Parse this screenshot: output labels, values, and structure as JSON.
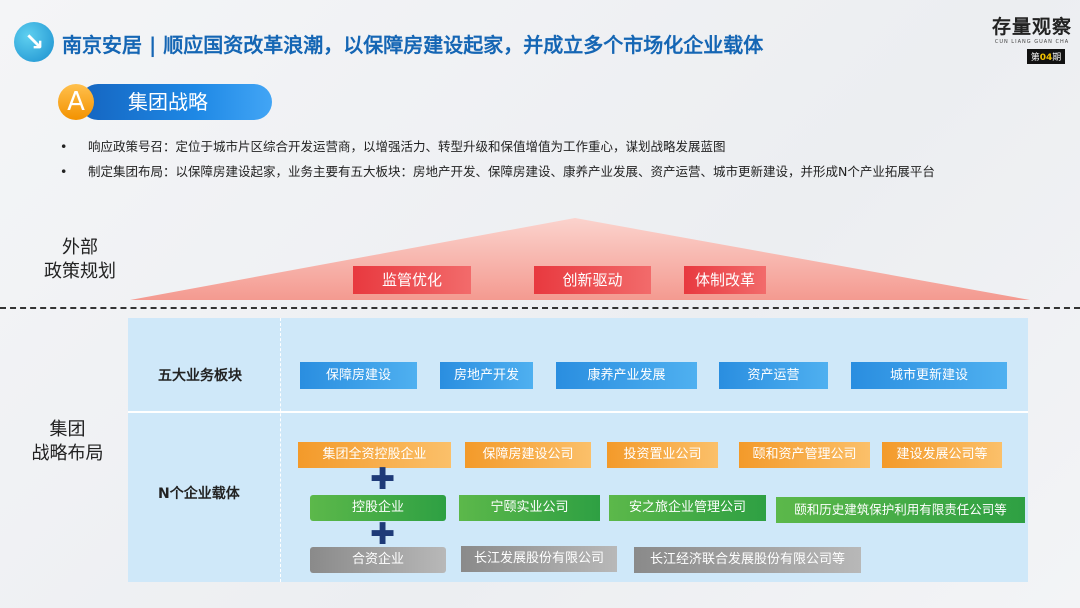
{
  "header": {
    "icon": "arrow-down-right-icon",
    "title": "南京安居 | 顺应国资改革浪潮，以保障房建设起家，并成立多个市场化企业载体"
  },
  "logo": {
    "name": "存量观察",
    "pinyin": "CUN LIANG GUAN CHA",
    "issue_prefix": "第",
    "issue_num": "04",
    "issue_suffix": "期"
  },
  "section": {
    "letter": "A",
    "label": "集团战略"
  },
  "bullets": [
    "响应政策号召：定位于城市片区综合开发运营商，以增强活力、转型升级和保值增值为工作重心，谋划战略发展蓝图",
    "制定集团布局：以保障房建设起家，业务主要有五大板块：房地产开发、保障房建设、康养产业发展、资产运营、城市更新建设，并形成N个产业拓展平台"
  ],
  "external": {
    "label_l1": "外部",
    "label_l2": "政策规划",
    "items": [
      "监管优化",
      "创新驱动",
      "体制改革"
    ]
  },
  "group": {
    "label_l1": "集团",
    "label_l2": "战略布局",
    "segments_label": "五大业务板块",
    "segments": [
      "保障房建设",
      "房地产开发",
      "康养产业发展",
      "资产运营",
      "城市更新建设"
    ],
    "carriers_label": "N个企业载体",
    "orange": [
      "集团全资控股企业",
      "保障房建设公司",
      "投资置业公司",
      "颐和资产管理公司",
      "建设发展公司等"
    ],
    "green": [
      "控股企业",
      "宁颐实业公司",
      "安之旅企业管理公司",
      "颐和历史建筑保护利用有限责任公司等"
    ],
    "gray": [
      "合资企业",
      "长江发展股份有限公司",
      "长江经济联合发展股份有限公司等"
    ]
  },
  "colors": {
    "title": "#1566b4",
    "accent_orange": "#f39200",
    "red": "#e8393f",
    "panel": "#cfe8f9"
  }
}
